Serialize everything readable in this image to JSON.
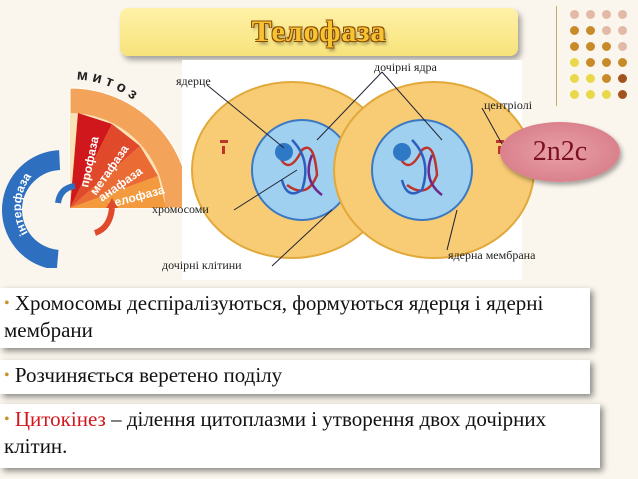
{
  "title": "Телофаза",
  "ploidy": "2n2c",
  "cycle": {
    "mitosis_letters": [
      "м",
      "и",
      "т",
      "о",
      "з"
    ],
    "phases": [
      "профаза",
      "метафаза",
      "анафаза",
      "телофаза"
    ],
    "interphase": "інтерфаза"
  },
  "diagram_labels": {
    "nucleolus": "ядерце",
    "daughter_nuclei": "дочірні ядра",
    "centrioles": "центріолі",
    "chromosomes": "хромосоми",
    "daughter_cells": "дочірні клітини",
    "nuclear_membrane": "ядерна мембрана"
  },
  "bullets": {
    "b1": "Хромосомы деспіралізуються, формуються ядерця і ядерні мембрани",
    "b2": "Розчиняється  веретено поділу",
    "b3_highlight": "Цитокінез",
    "b3_rest": " – ділення цитоплазми і утворення двох дочірних клітин."
  },
  "colors": {
    "accent": "#d0181c",
    "title": "#f6c433",
    "bullet_marker": "#c9962e"
  }
}
